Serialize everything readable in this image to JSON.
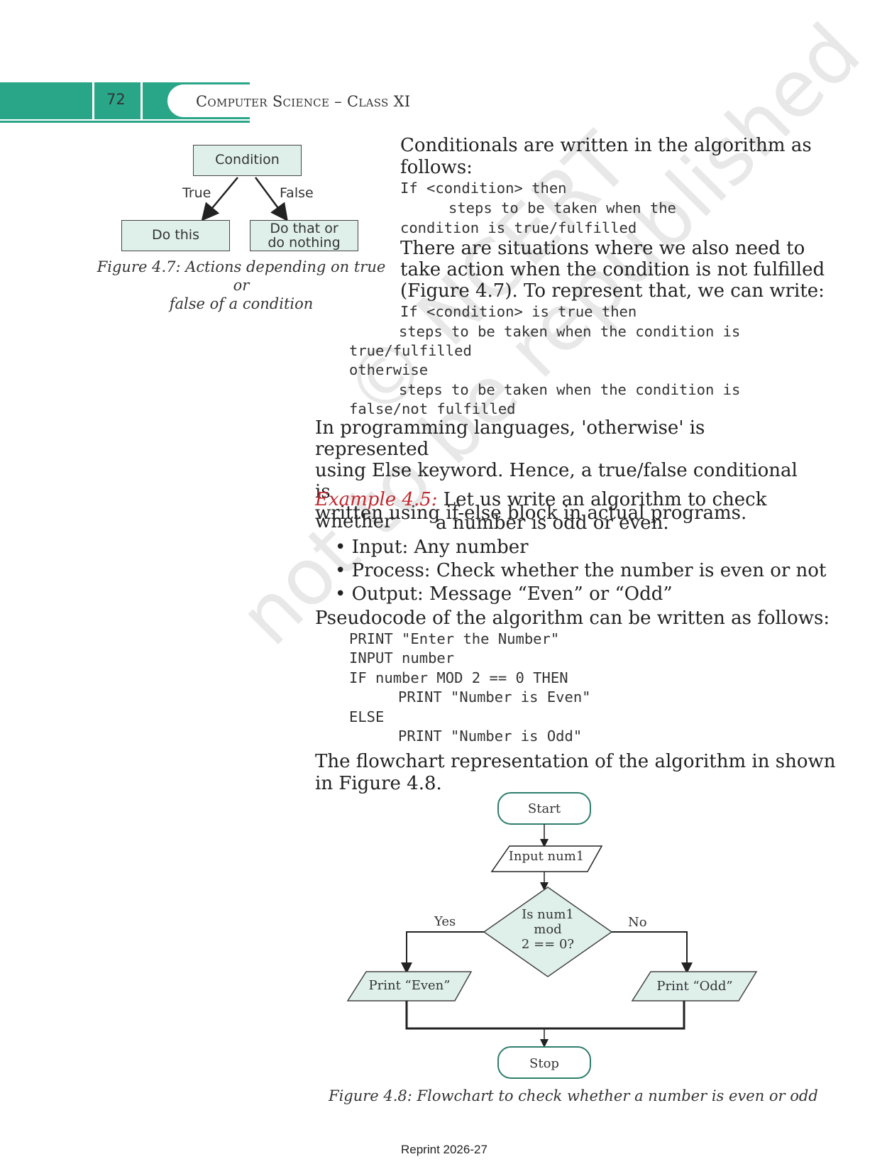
{
  "header": {
    "page_number": "72",
    "title": "Computer Science – Class XI"
  },
  "figure_4_7": {
    "condition_label": "Condition",
    "true_label": "True",
    "false_label": "False",
    "do_this_label": "Do this",
    "do_that_line1": "Do that or",
    "do_that_line2": "do nothing",
    "caption_line1": "Figure 4.7:  Actions depending on true or",
    "caption_line2": "false of a condition"
  },
  "text": {
    "para1_line1": "Conditionals are written in the algorithm as",
    "para1_line2": "follows:",
    "code1_line1": "If <condition> then",
    "code1_line2": "steps to be taken when the",
    "code1_line3": "condition is true/fulfilled",
    "para2_line1": "There are situations where we also need to",
    "para2_line2": "take action when the condition is not fulfilled",
    "para2_line3": "(Figure 4.7). To represent that, we can write:",
    "code2_line1": "If <condition> is true then",
    "code2_line2": "steps to be taken when the condition is",
    "code2_line3": "true/fulfilled",
    "code2_line4": "otherwise",
    "code2_line5": "steps to be taken when the condition is",
    "code2_line6": "false/not fulfilled",
    "para3_line1": "In programming languages, 'otherwise' is represented",
    "para3_line2": "using Else keyword. Hence, a true/false conditional is",
    "para3_line3": "written using if-else block in actual programs.",
    "example_label": "Example 4.5:",
    "example_line1": "Let us write an algorithm to check whether",
    "example_line2": "a number is odd or even.",
    "bullets": [
      "• Input: Any number",
      "• Process: Check whether the number is even or not",
      "• Output: Message “Even” or “Odd”"
    ],
    "pseudo_intro": "Pseudocode of the algorithm can be written as follows:",
    "pseudo": [
      "PRINT \"Enter the Number\"",
      "INPUT number",
      "IF number MOD 2 == 0 THEN",
      "PRINT \"Number is Even\"",
      "ELSE",
      "PRINT \"Number is Odd\""
    ],
    "flow_intro_line1": "The flowchart representation of the algorithm in shown",
    "flow_intro_line2": "in Figure 4.8."
  },
  "figure_4_8": {
    "start": "Start",
    "input": "Input num1",
    "decision_line1": "Is num1",
    "decision_line2": "mod",
    "decision_line3": "2 == 0?",
    "yes": "Yes",
    "no": "No",
    "print_even": "Print “Even”",
    "print_odd": "Print “Odd”",
    "stop": "Stop",
    "caption": "Figure 4.8: Flowchart to check whether a number is even or odd"
  },
  "watermark_line1": "© NCERT",
  "watermark_line2": "not to be republished",
  "footer": "Reprint 2026-27",
  "colors": {
    "header_green": "#29a688",
    "box_fill": "#dff0eb",
    "example_red": "#c0292f"
  }
}
